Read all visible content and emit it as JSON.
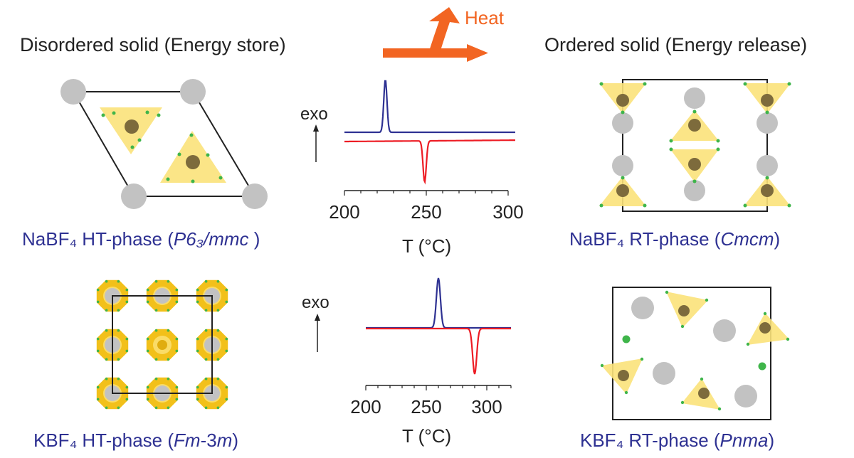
{
  "header": {
    "left_title": "Disordered solid (Energy store)",
    "right_title": "Ordered solid (Energy release)",
    "heat_label": "Heat"
  },
  "phases": {
    "nabf4_ht": {
      "prefix": "NaBF₄ HT-phase (",
      "group": "P6₃/mmc",
      "suffix": " )"
    },
    "nabf4_rt": {
      "prefix": "NaBF₄ RT-phase (",
      "group": "Cmcm",
      "suffix": ")"
    },
    "kbf4_ht": {
      "prefix": "KBF₄ HT-phase (",
      "group_a": "Fm",
      "group_b": "-3",
      "group_c": "m",
      "suffix": ")"
    },
    "kbf4_rt": {
      "prefix": "KBF₄ RT-phase (",
      "group": "Pnma",
      "suffix": ")"
    }
  },
  "colors": {
    "cation": "#c2c2c2",
    "anion_fill": "#fbe27a",
    "boron": "#7d6b3c",
    "fluorine": "#3fb54a",
    "octahedron": "#f2c01a",
    "heat_arrow": "#f26522",
    "cooling_curve": "#2e3192",
    "heating_curve": "#ed1c24",
    "caption": "#2e3192"
  },
  "chart_data": [
    {
      "type": "line",
      "title": "",
      "xlabel": "T (°C)",
      "ylabel": "exo",
      "xlim": [
        200,
        300
      ],
      "xticks": [
        200,
        250,
        300
      ],
      "grid": false,
      "legend": "none",
      "series": [
        {
          "color": "#2e3192",
          "peak_at": 225,
          "direction": "up"
        },
        {
          "color": "#ed1c24",
          "peak_at": 249,
          "direction": "down"
        }
      ]
    },
    {
      "type": "line",
      "title": "",
      "xlabel": "T (°C)",
      "ylabel": "exo",
      "xlim": [
        200,
        320
      ],
      "xticks": [
        200,
        250,
        300
      ],
      "grid": false,
      "legend": "none",
      "series": [
        {
          "color": "#2e3192",
          "peak_at": 260,
          "direction": "up"
        },
        {
          "color": "#ed1c24",
          "peak_at": 290,
          "direction": "down"
        }
      ]
    }
  ]
}
